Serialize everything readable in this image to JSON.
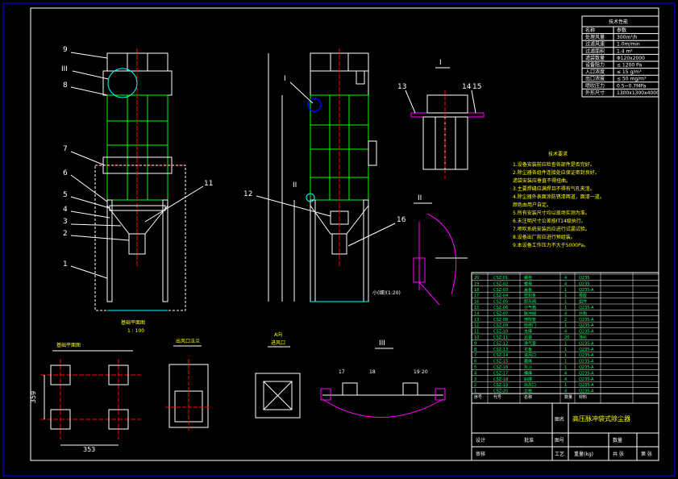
{
  "drawing": {
    "title": "高压脉冲袋式除尘器",
    "scale": "1 : 100",
    "foundation_caption": "基础平面图",
    "foundation_dim_width": "353",
    "foundation_dim_height": "359",
    "outlet_flange_caption": "出风口法兰",
    "inlet_caption": "A向",
    "inlet_sub_caption": "进风口",
    "detail_caption_small": "小(细)(1:20)",
    "detail_labels": [
      "I",
      "II",
      "III"
    ],
    "front_callouts": [
      "9",
      "III",
      "8",
      "7",
      "6",
      "5",
      "4",
      "3",
      "2",
      "1",
      "11"
    ],
    "side_callouts": [
      "I",
      "II",
      "12",
      "16"
    ],
    "detail_I_callouts": [
      "13",
      "14",
      "15"
    ],
    "detail_III_callouts": [
      "17",
      "18",
      "19",
      "20"
    ],
    "notes_title": "技术要求",
    "notes": [
      "1.设备安装前应检查各部件是否完好。",
      "2.除尘器各组件连接处应保证密封良好。",
      "  滤袋安装应垂直不得扭曲。",
      "3.主要焊缝应满焊且不得有气孔夹渣。",
      "4.除尘器外表面涂防锈漆两道，面漆一道。",
      "  颜色由用户自定。",
      "5.所有安装尺寸均以现场实测为准。",
      "6.未注明尺寸公差按IT14级执行。",
      "7.喷吹系统安装后应进行试漏试验。",
      "8.设备出厂前应进行预组装。",
      "9.本设备工作压力不大于5000Pa。"
    ],
    "tech_table_title": "技术性能",
    "tech_table_rows": [
      [
        "名称",
        "参数"
      ],
      [
        "处理风量",
        "300m³/h"
      ],
      [
        "过滤风速",
        "1.0m/min"
      ],
      [
        "过滤面积",
        "1.4 m²"
      ],
      [
        "滤袋数量",
        "Φ120x2000"
      ],
      [
        "设备阻力",
        "≤ 1200 Pa"
      ],
      [
        "入口浓度",
        "≤ 15 g/m³"
      ],
      [
        "出口浓度",
        "≤ 50 mg/m³"
      ],
      [
        "喷吹压力",
        "0.5~0.7MPa"
      ],
      [
        "外形尺寸",
        "1300x1300x4000"
      ]
    ],
    "parts_rows": [
      [
        "20",
        "CSZ-01",
        "螺栓",
        "4",
        "Q235"
      ],
      [
        "19",
        "CSZ-02",
        "螺母",
        "4",
        "Q235"
      ],
      [
        "18",
        "CSZ-03",
        "盖板",
        "1",
        "Q235-A"
      ],
      [
        "17",
        "CSZ-04",
        "密封条",
        "1",
        "橡胶"
      ],
      [
        "16",
        "CSZ-05",
        "卸灰阀",
        "1",
        "组件"
      ],
      [
        "15",
        "CSZ-06",
        "分气箱",
        "1",
        "Q235-A"
      ],
      [
        "14",
        "CSZ-07",
        "脉冲阀",
        "4",
        "外购"
      ],
      [
        "13",
        "CSZ-08",
        "喷吹管",
        "2",
        "Q235-A"
      ],
      [
        "12",
        "CSZ-09",
        "检修门",
        "1",
        "Q235-A"
      ],
      [
        "11",
        "CSZ-10",
        "支撑",
        "4",
        "Q235-A"
      ],
      [
        "10",
        "CSZ-11",
        "滤袋",
        "20",
        "涤纶"
      ],
      [
        "9",
        "CSZ-12",
        "净气室",
        "1",
        "Q235-A"
      ],
      [
        "8",
        "CSZ-13",
        "花板",
        "1",
        "Q235-A"
      ],
      [
        "7",
        "CSZ-14",
        "进风口",
        "1",
        "Q235-A"
      ],
      [
        "6",
        "CSZ-15",
        "箱体",
        "1",
        "Q235-A"
      ],
      [
        "5",
        "CSZ-16",
        "灰斗",
        "1",
        "Q235-A"
      ],
      [
        "4",
        "CSZ-17",
        "横撑",
        "4",
        "Q235-A"
      ],
      [
        "3",
        "CSZ-18",
        "斜撑",
        "4",
        "Q235-A"
      ],
      [
        "2",
        "CSZ-19",
        "出灰口",
        "1",
        "Q235-A"
      ],
      [
        "1",
        "CSZ-20",
        "立柱",
        "4",
        "Q235-A"
      ]
    ],
    "parts_header": [
      "序号",
      "代号",
      "名称",
      "数量",
      "材料"
    ],
    "titleblock_labels": {
      "design": "设计",
      "check": "审核",
      "process": "工艺",
      "approve": "批准",
      "weight": "重量(kg)",
      "drawing_no": "图号",
      "sheet": "共 张",
      "sheet_no": "第 张",
      "name_label": "图名",
      "quantity": "数量"
    },
    "colors": {
      "background": "#000000",
      "frame": "#0000ff",
      "structure": "#00ff00",
      "text": "#ffffff",
      "centerline": "#ff0000",
      "dim": "#00ffff",
      "detail": "#ff00ff"
    }
  }
}
